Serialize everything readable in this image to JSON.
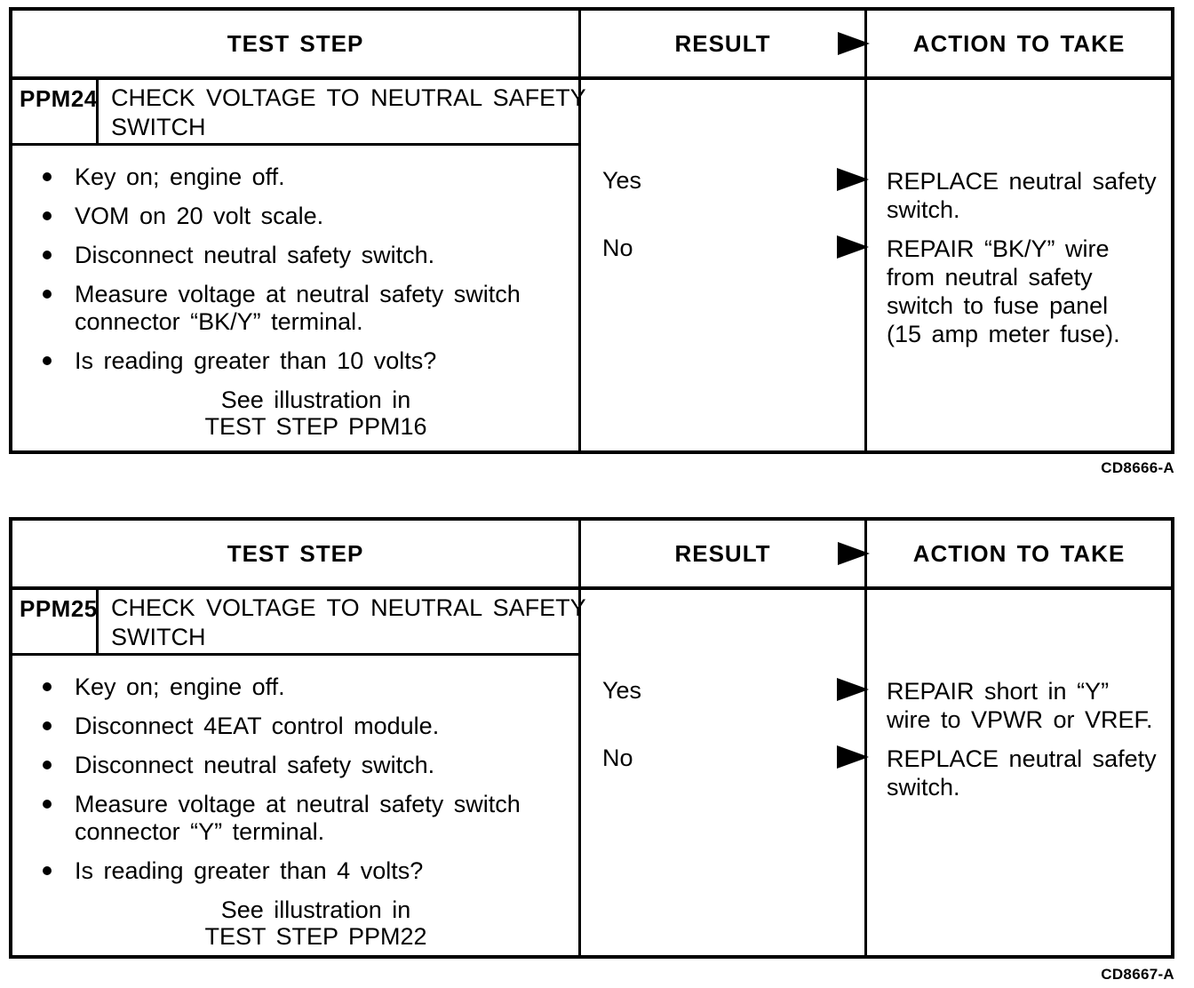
{
  "page": {
    "background": "#ffffff",
    "ink": "#000000"
  },
  "tables": [
    {
      "header": {
        "test_step": "TEST STEP",
        "result": "RESULT",
        "action": "ACTION TO TAKE",
        "arrow_icon": "arrow-right-icon"
      },
      "step_id": "PPM24",
      "step_title_lines": [
        "CHECK VOLTAGE TO NEUTRAL SAFETY",
        "SWITCH"
      ],
      "bullets": [
        {
          "lines": [
            "Key on; engine off."
          ]
        },
        {
          "lines": [
            "VOM on 20 volt scale."
          ]
        },
        {
          "lines": [
            "Disconnect neutral safety switch."
          ]
        },
        {
          "lines": [
            "Measure voltage at neutral safety switch",
            "connector “BK/Y” terminal."
          ]
        },
        {
          "lines": [
            "Is reading greater than 10 volts?"
          ]
        }
      ],
      "see_note_lines": [
        "See illustration in",
        "TEST STEP PPM16"
      ],
      "results": [
        {
          "label": "Yes"
        },
        {
          "label": "No"
        }
      ],
      "actions": [
        {
          "lines": [
            "REPLACE neutral safety",
            "switch."
          ]
        },
        {
          "lines": [
            "REPAIR “BK/Y” wire",
            "from neutral safety",
            "switch to fuse panel",
            "(15 amp meter fuse)."
          ]
        }
      ],
      "caption": "CD8666-A"
    },
    {
      "header": {
        "test_step": "TEST STEP",
        "result": "RESULT",
        "action": "ACTION TO TAKE",
        "arrow_icon": "arrow-right-icon"
      },
      "step_id": "PPM25",
      "step_title_lines": [
        "CHECK VOLTAGE TO NEUTRAL SAFETY",
        "SWITCH"
      ],
      "bullets": [
        {
          "lines": [
            "Key on; engine off."
          ]
        },
        {
          "lines": [
            "Disconnect 4EAT control module."
          ]
        },
        {
          "lines": [
            "Disconnect neutral safety switch."
          ]
        },
        {
          "lines": [
            "Measure voltage at neutral safety switch",
            "connector “Y” terminal."
          ]
        },
        {
          "lines": [
            "Is reading greater than 4 volts?"
          ]
        }
      ],
      "see_note_lines": [
        "See illustration in",
        "TEST STEP PPM22"
      ],
      "results": [
        {
          "label": "Yes"
        },
        {
          "label": "No"
        }
      ],
      "actions": [
        {
          "lines": [
            "REPAIR short in “Y”",
            "wire to VPWR or VREF."
          ]
        },
        {
          "lines": [
            "REPLACE neutral safety",
            "switch."
          ]
        }
      ],
      "caption": "CD8667-A"
    }
  ]
}
